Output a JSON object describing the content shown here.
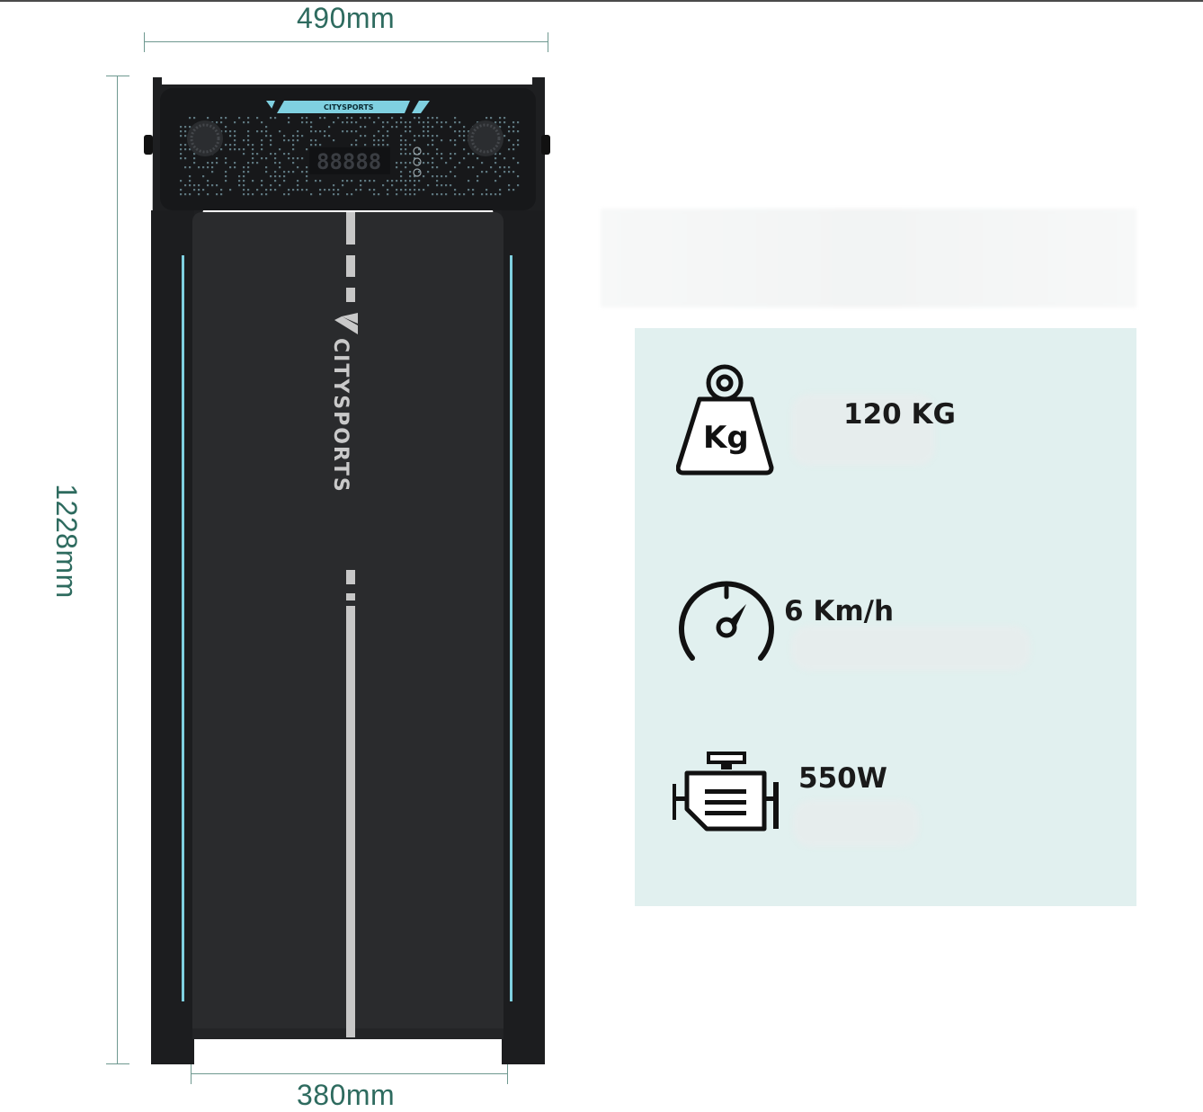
{
  "dimensions": {
    "width": "490mm",
    "length": "1228mm",
    "belt_width": "380mm"
  },
  "treadmill": {
    "brand": "CITYSPORTS",
    "console_brand": "CITYSPORTS",
    "display_digits": "88888",
    "frame_color": "#1e1f21",
    "accent_color": "#7fd0e0",
    "belt_stripe_color": "#c7c7c7"
  },
  "specs": {
    "panel_color": "#e1f0ef",
    "items": [
      {
        "icon": "weight-icon",
        "icon_label": "Kg",
        "value": "120 KG"
      },
      {
        "icon": "speedometer-icon",
        "value": "6 Km/h"
      },
      {
        "icon": "engine-icon",
        "value": "550W"
      }
    ]
  }
}
